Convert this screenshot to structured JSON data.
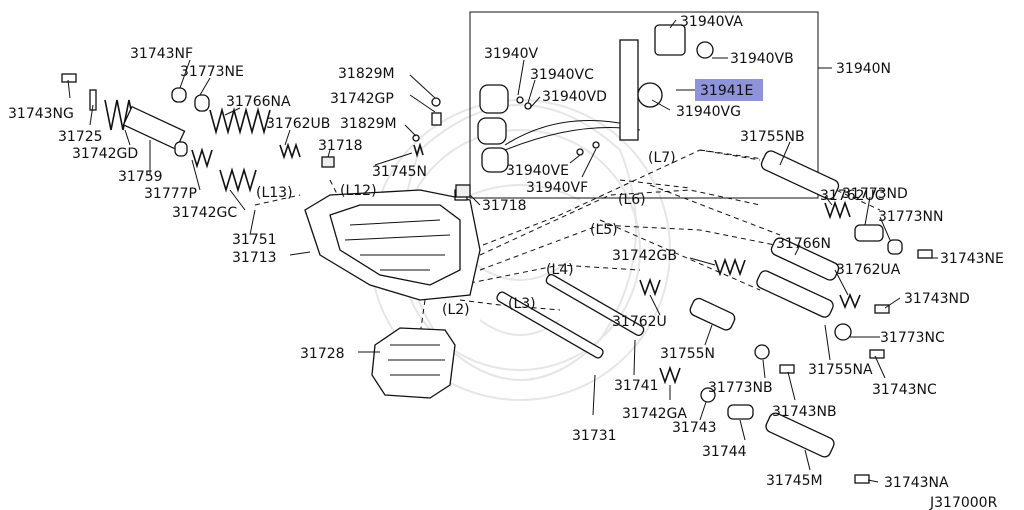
{
  "diagram": {
    "code": "J317000R",
    "highlight_color": "#8f93d9",
    "highlighted_part": "31941E",
    "labels": {
      "p31743NG": "31743NG",
      "p31725": "31725",
      "p31742GD": "31742GD",
      "p31743NF": "31743NF",
      "p31773NE": "31773NE",
      "p31766NA": "31766NA",
      "p31762UB": "31762UB",
      "p31759": "31759",
      "p31777P": "31777P",
      "p31742GC": "31742GC",
      "p31751": "31751",
      "p31713": "31713",
      "p31829M_a": "31829M",
      "p31742GP": "31742GP",
      "p31829M_b": "31829M",
      "p31718_a": "31718",
      "p31745N": "31745N",
      "p31718_b": "31718",
      "p31728": "31728",
      "p31731": "31731",
      "p31741": "31741",
      "p31940V": "31940V",
      "p31940VC": "31940VC",
      "p31940VD": "31940VD",
      "p31940VA": "31940VA",
      "p31940VB": "31940VB",
      "p31940N": "31940N",
      "p31941E": "31941E",
      "p31940VG": "31940VG",
      "p31940VE": "31940VE",
      "p31940VF": "31940VF",
      "p31755NB": "31755NB",
      "p31762UC": "31762UC",
      "p31773ND": "31773ND",
      "p31773NN": "31773NN",
      "p31743NE": "31743NE",
      "p31742GB": "31742GB",
      "p31766N": "31766N",
      "p31762UA": "31762UA",
      "p31743ND": "31743ND",
      "p31762U": "31762U",
      "p31773NC": "31773NC",
      "p31755N": "31755N",
      "p31755NA": "31755NA",
      "p31743NC": "31743NC",
      "p31773NB": "31773NB",
      "p31742GA": "31742GA",
      "p31743": "31743",
      "p31743NB": "31743NB",
      "p31744": "31744",
      "p31745M": "31745M",
      "p31743NA": "31743NA",
      "L13": "(L13)",
      "L12": "(L12)",
      "L7": "(L7)",
      "L6": "(L6)",
      "L5": "(L5)",
      "L4": "(L4)",
      "L3": "(L3)",
      "L2": "(L2)"
    }
  }
}
